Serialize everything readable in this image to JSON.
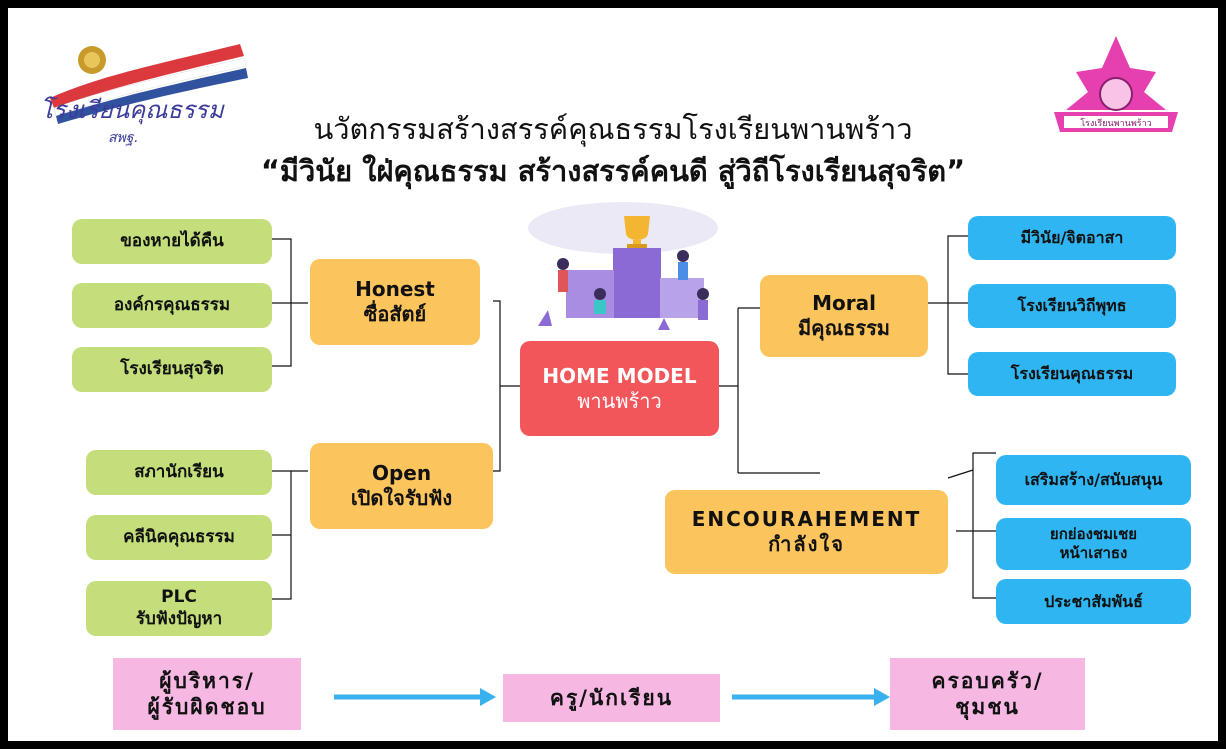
{
  "title_line1": "นวัตกรรมสร้างสรรค์คุณธรรมโรงเรียนพานพร้าว",
  "title_line2": "“มีวินัย ใฝ่คุณธรรม สร้างสรรค์คนดี สู่วิถีโรงเรียนสุจริต”",
  "logo_left": {
    "text": "โรงเรียนคุณธรรม",
    "sub": "สพฐ."
  },
  "logo_right": {
    "text": "โรงเรียนพานพร้าว"
  },
  "center": {
    "line1": "HOME MODEL",
    "line2": "พานพร้าว"
  },
  "honest": {
    "en": "Honest",
    "th": "ซื่อสัตย์",
    "items": [
      "ของหายได้คืน",
      "องค์กรคุณธรรม",
      "โรงเรียนสุจริต"
    ]
  },
  "open": {
    "en": "Open",
    "th": "เปิดใจรับฟัง",
    "items": [
      "สภานักเรียน",
      "คลีนิคคุณธรรม"
    ],
    "plc_line1": "PLC",
    "plc_line2": "รับฟังปัญหา"
  },
  "moral": {
    "en": "Moral",
    "th": "มีคุณธรรม",
    "items": [
      "มีวินัย/จิตอาสา",
      "โรงเรียนวิถีพุทธ",
      "โรงเรียนคุณธรรม"
    ]
  },
  "encourage": {
    "en": "ENCOURAHEMENT",
    "th": "กำลังใจ",
    "item1": "เสริมสร้าง/สนับสนุน",
    "item2_line1": "ยกย่องชมเชย",
    "item2_line2": "หน้าเสาธง",
    "item3": "ประชาสัมพันธ์"
  },
  "flow": {
    "step1_line1": "ผู้บริหาร/",
    "step1_line2": "ผู้รับผิดชอบ",
    "step2": "ครู/นักเรียน",
    "step3_line1": "ครอบครัว/",
    "step3_line2": "ชุมชน"
  },
  "colors": {
    "green": "#c3de7a",
    "orange": "#fcc45c",
    "blue": "#2fb6f2",
    "red": "#f2555a",
    "pink": "#f6b7e3",
    "arrow": "#39b1ee"
  }
}
